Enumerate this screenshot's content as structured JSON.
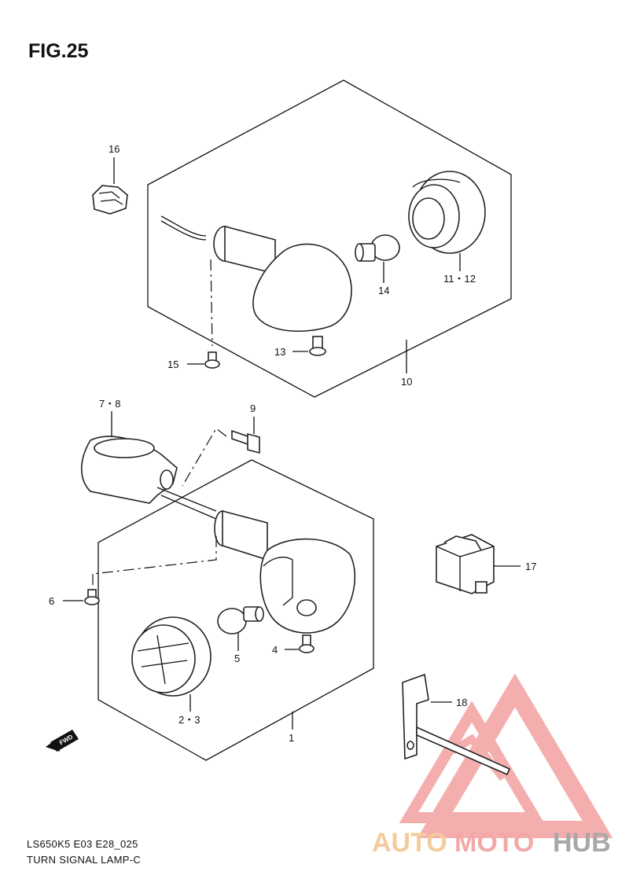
{
  "figure": {
    "title": "FIG.25"
  },
  "callouts": {
    "c1": "1",
    "c2_3": "2・3",
    "c4": "4",
    "c5": "5",
    "c6": "6",
    "c7_8": "7・8",
    "c9": "9",
    "c10": "10",
    "c11_12": "11・12",
    "c13": "13",
    "c14": "14",
    "c15": "15",
    "c16": "16",
    "c17": "17",
    "c18": "18"
  },
  "fwd": {
    "label": "FWD"
  },
  "footer": {
    "code": "LS650K5 E03 E28_025",
    "caption": "TURN SIGNAL LAMP-C"
  },
  "watermark": {
    "part_a": "AUTO",
    "part_b": "MOTO",
    "part_c": "HUB"
  }
}
